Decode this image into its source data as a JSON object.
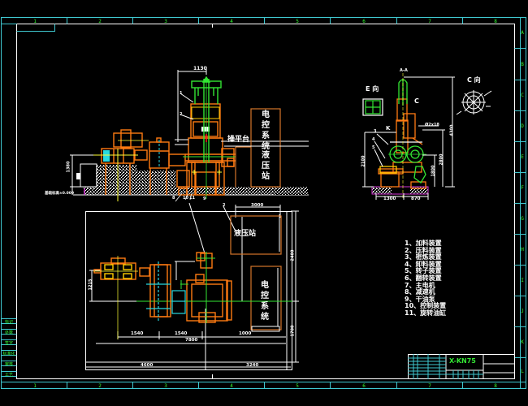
{
  "drawing": {
    "background": "#000000",
    "colors": {
      "frame_outer": "#3fc8d0",
      "frame_inner": "#ffffff",
      "machine_main": "#ff7a12",
      "machine_top": "#33e633",
      "centerline": "#ffff33",
      "accent_cyan": "#27d9e0",
      "foundation_hatch": "#ffffff",
      "zone_labels": "#33ff33",
      "boxes": "#d4762a"
    },
    "top_zones": [
      "1",
      "2",
      "3",
      "4",
      "5",
      "6",
      "7",
      "8"
    ],
    "bottom_zones": [
      "1",
      "2",
      "3",
      "4",
      "5",
      "6",
      "7",
      "8"
    ],
    "right_zones": [
      "A",
      "B",
      "C",
      "D",
      "E",
      "F",
      "G",
      "H",
      "I",
      "J",
      "K",
      "L"
    ]
  },
  "front_view": {
    "dimension_top": "1130",
    "platform_label": "操平台",
    "control_box_label": "电控系统",
    "hydraulic_label": "液压站",
    "left_height_dim": "1380",
    "ground_label": "基础标高±0.000",
    "callouts": [
      "1",
      "2",
      "8",
      "10",
      "11",
      "9"
    ]
  },
  "side_view": {
    "section_label": "A-A",
    "view_e_label": "E 向",
    "view_c_label": "C 向",
    "c_marker": "C",
    "k_marker": "K",
    "dim_bottom_left": "1300",
    "dim_bottom_right": "870",
    "dim_right_height": "4300",
    "dim_mid_height": "2800",
    "dim_inner_height": "1800",
    "dim_left_height": "2100",
    "dim_top_label": "Ø2x18",
    "callouts": [
      "3",
      "4",
      "5"
    ]
  },
  "plan_view": {
    "hydraulic_label": "液压站",
    "control_label": "电控系统",
    "dim_top": "3000",
    "dim_left_height": "1215",
    "dim_seg1": "1540",
    "dim_seg2": "1540",
    "dim_seg3": "1000",
    "dim_total": "7800",
    "dim_bottom_left": "4600",
    "dim_bottom_right": "3240",
    "dim_right_top": "2400",
    "dim_right_bottom": "1700",
    "callout": "2"
  },
  "legend": {
    "items": [
      "1、加料装置",
      "2、压料装置",
      "3、密炼装置",
      "4、卸料装置",
      "5、转子装置",
      "6、翻转装置",
      "7、主电机",
      "8、减速机",
      "9、干油泵",
      "10、控制装置",
      "11、旋转油缸"
    ]
  },
  "title_block": {
    "title": "X-KN75",
    "left_revision_cells": [
      "标记",
      "处数",
      "签字",
      "标准化",
      "审核",
      "工艺"
    ]
  }
}
